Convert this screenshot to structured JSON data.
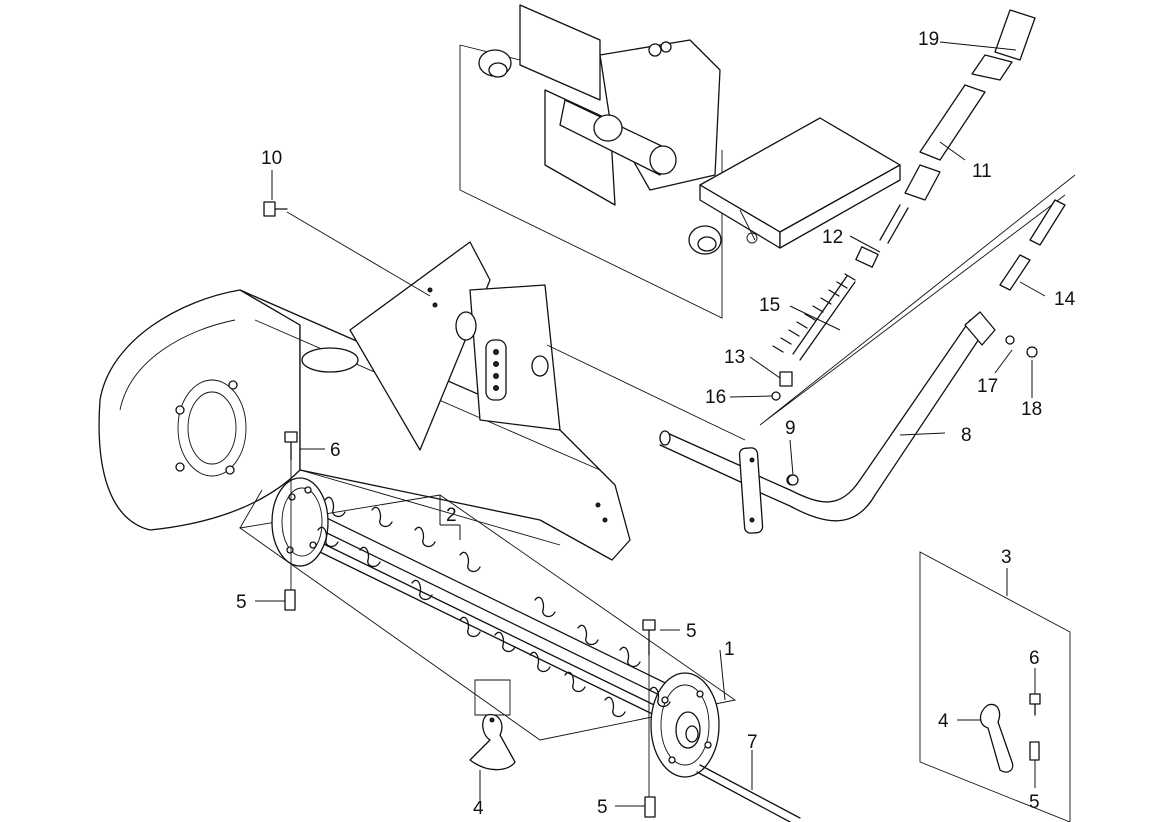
{
  "callouts": {
    "c1": "1",
    "c2": "2",
    "c3": "3",
    "c4a": "4",
    "c4b": "4",
    "c5a": "5",
    "c5b": "5",
    "c5c": "5",
    "c5d": "5",
    "c6a": "6",
    "c6b": "6",
    "c7": "7",
    "c8": "8",
    "c9": "9",
    "c10": "10",
    "c11": "11",
    "c12": "12",
    "c13": "13",
    "c14": "14",
    "c15": "15",
    "c16": "16",
    "c17": "17",
    "c18": "18",
    "c19": "19"
  }
}
